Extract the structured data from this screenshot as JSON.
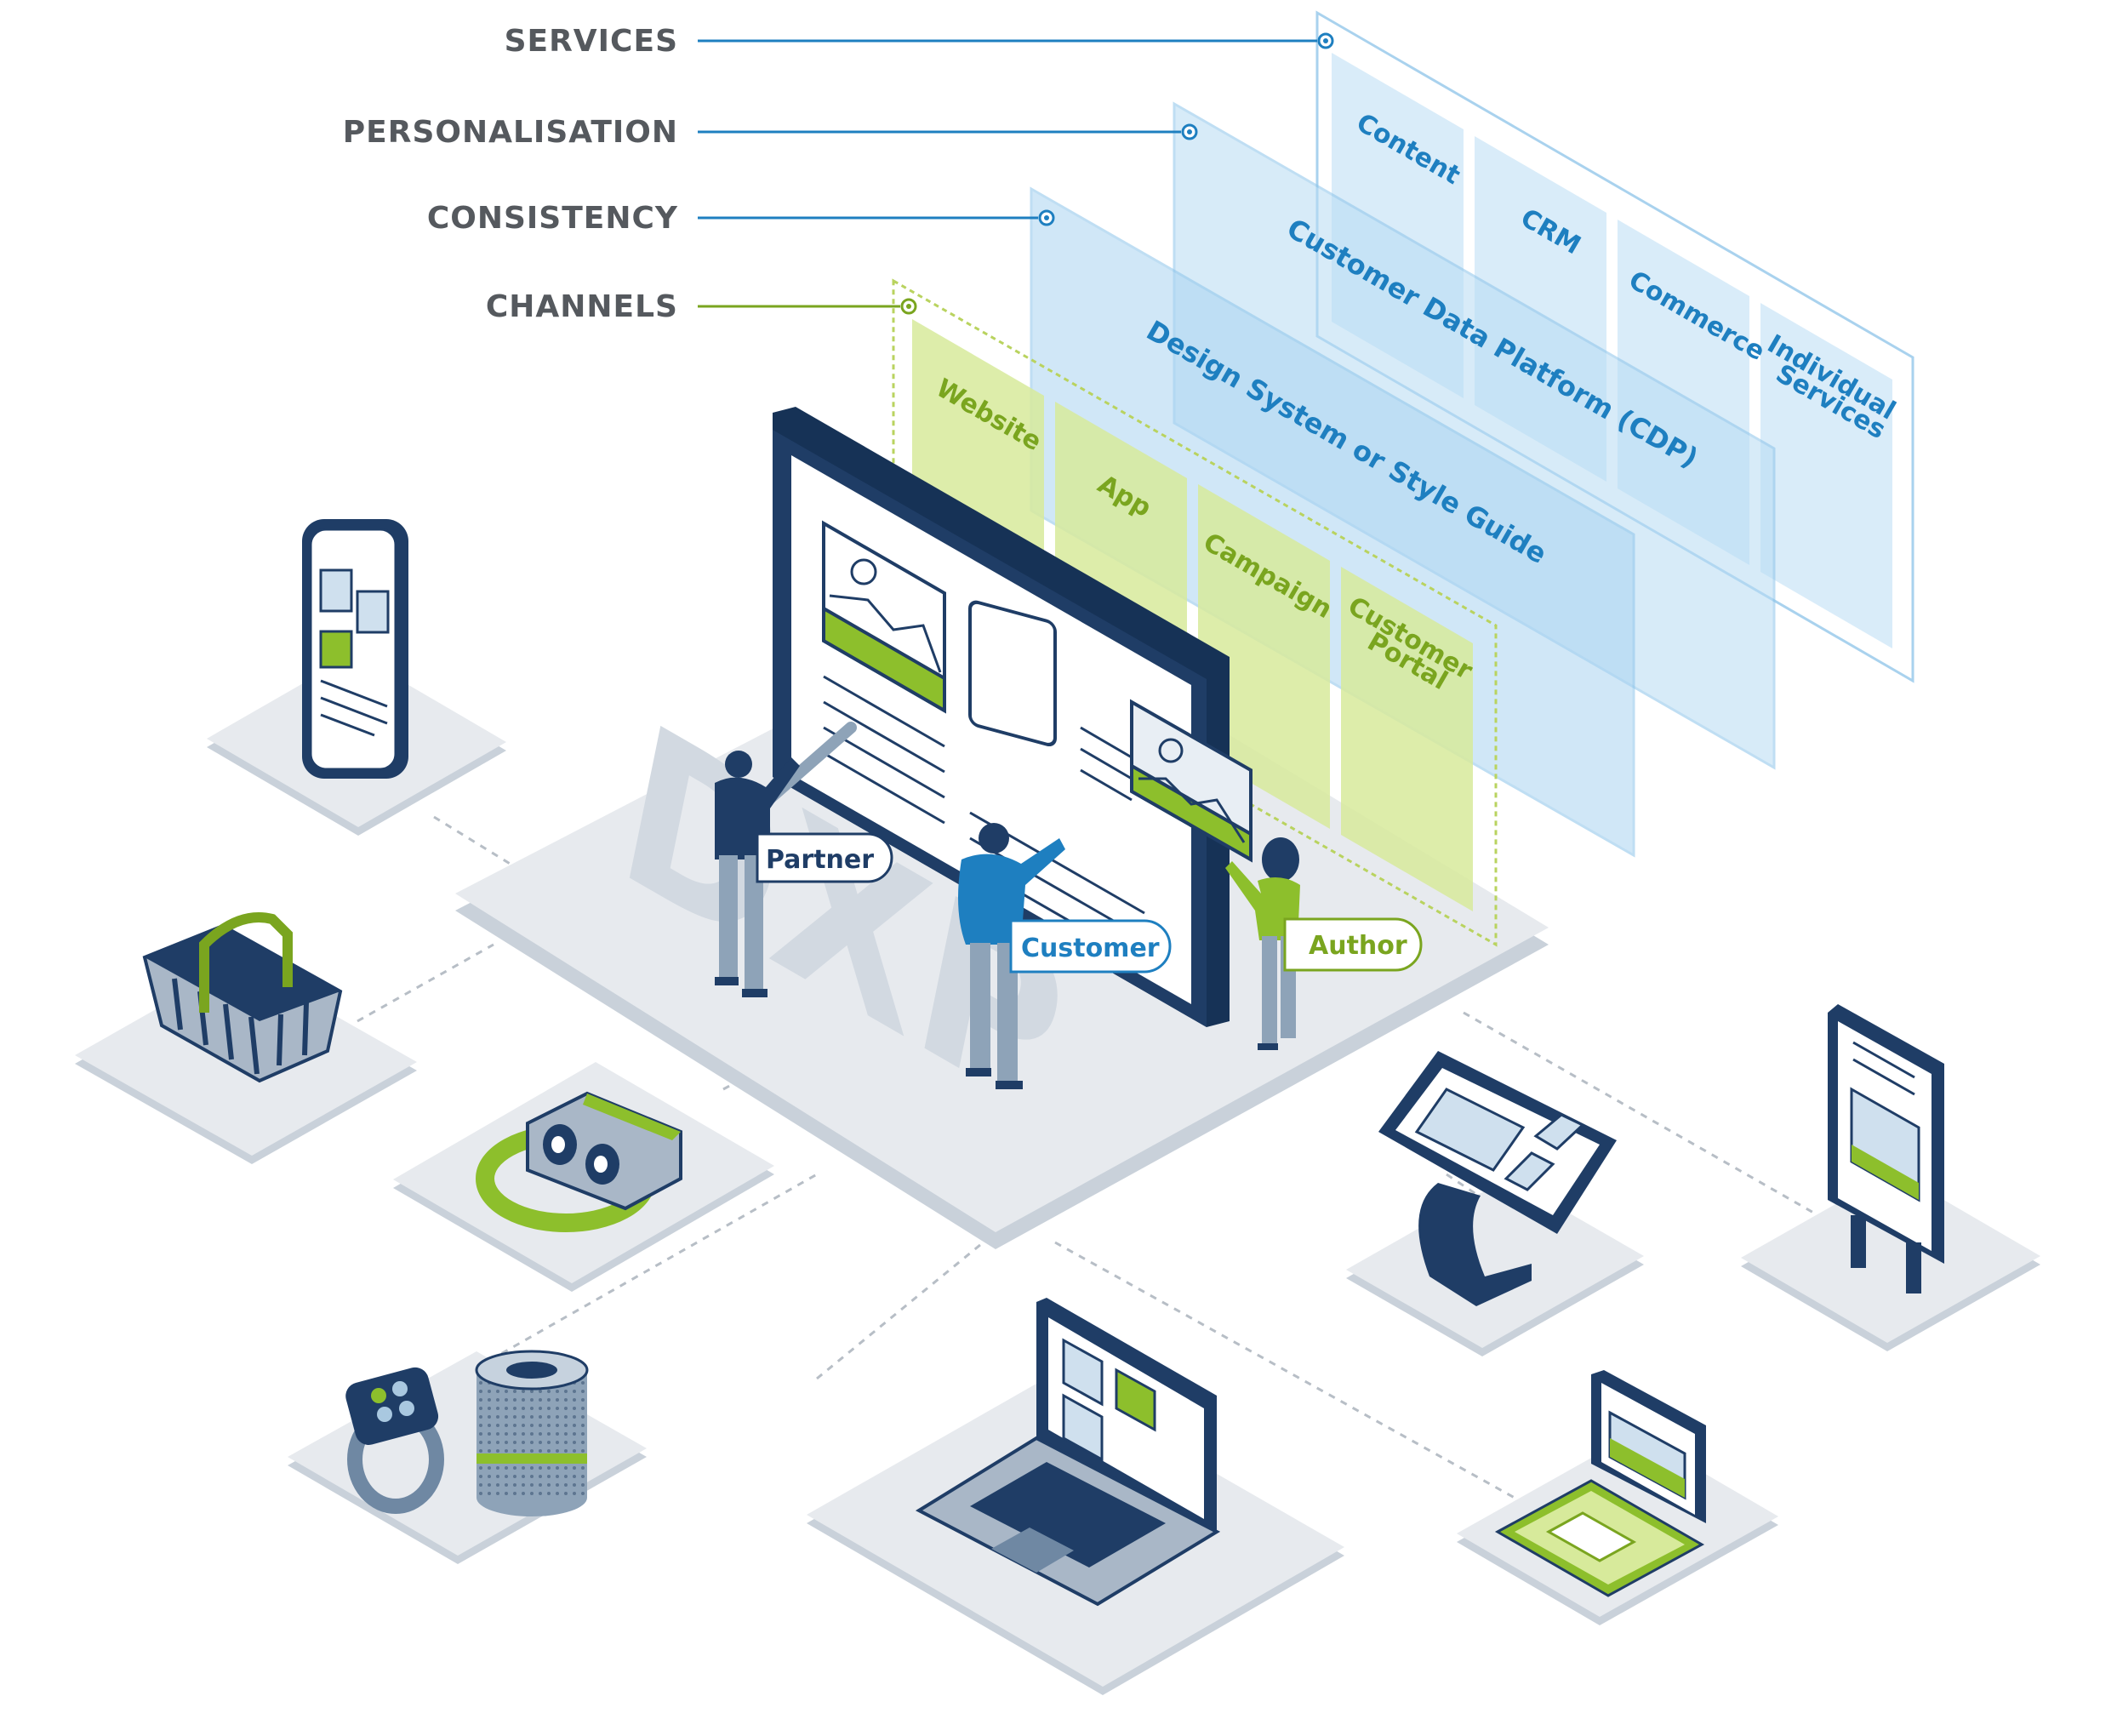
{
  "colors": {
    "navy": "#1f3d66",
    "blue": "#1e7fc0",
    "light_blue": "#cfe7f7",
    "green": "#7aa51f",
    "light_green": "#d7ea9b",
    "gray_text": "#55595e",
    "platform": "#e7eaee",
    "platform_shadow": "#c9d1da"
  },
  "layers": {
    "services": "SERVICES",
    "personalisation": "PERSONALISATION",
    "consistency": "CONSISTENCY",
    "channels": "CHANNELS"
  },
  "services_panels": {
    "content": "Content",
    "crm": "CRM",
    "commerce": "Commerce",
    "individual_line1": "Individual",
    "individual_line2": "Services"
  },
  "personalisation_panel": "Customer Data Platform (CDP)",
  "consistency_panel": "Design System or Style Guide",
  "channel_panels": {
    "website": "Website",
    "app": "App",
    "campaign": "Campaign",
    "portal_line1": "Customer",
    "portal_line2": "Portal"
  },
  "roles": {
    "partner": "Partner",
    "customer": "Customer",
    "author": "Author"
  },
  "platform_text": "DXP",
  "icons": [
    "smartphone-icon",
    "basket-icon",
    "vr-headset-icon",
    "smartwatch-icon",
    "smart-speaker-icon",
    "laptop-icon",
    "touch-kiosk-icon",
    "digital-signage-icon",
    "print-catalog-icon"
  ]
}
